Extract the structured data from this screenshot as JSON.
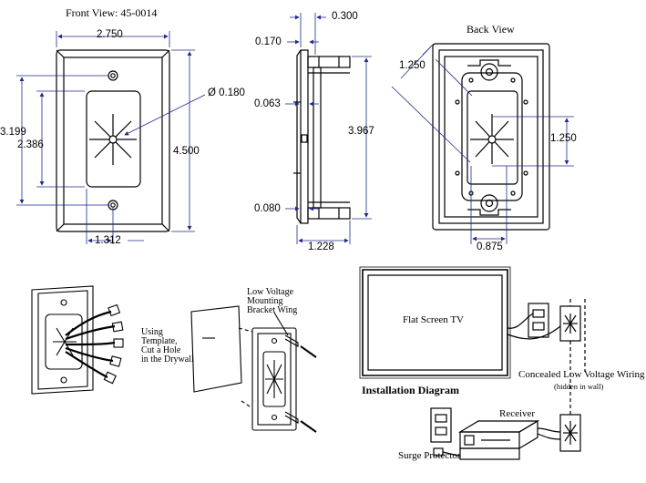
{
  "front_view": {
    "title": "Front View: 45-0014",
    "dims": {
      "width": "2.750",
      "height": "4.500",
      "hole_spacing": "3.199",
      "opening_height": "2.386",
      "hole_diameter": "Ø 0.180",
      "opening_offset": "1.312"
    }
  },
  "side_view": {
    "dims": {
      "flange": "0.170",
      "depth": "0.300",
      "wing_top": "0.063",
      "overall_height": "3.967",
      "wing_bottom": "0.080",
      "body_depth": "1.228"
    }
  },
  "back_view": {
    "title": "Back View",
    "dims": {
      "corner": "1.250",
      "opening_height": "1.250",
      "opening_width": "0.875"
    }
  },
  "install_steps": {
    "step1_label": "Using Template, Cut a Hole in the Drywall",
    "step1_lines": [
      "Using",
      "Template,",
      "Cut a Hole",
      "in the Drywall"
    ],
    "step2_lines": [
      "Low Voltage",
      "Mounting",
      "Bracket Wing"
    ]
  },
  "installation_diagram": {
    "title": "Installation Diagram",
    "tv_label": "Flat Screen TV",
    "wiring_label": "Concealed Low Voltage Wiring",
    "wiring_sub": "(hidden in wall)",
    "receiver_label": "Receiver",
    "surge_label": "Surge Protector"
  },
  "colors": {
    "dimension_lines": "#1f2a8a",
    "drawing": "#000000"
  }
}
